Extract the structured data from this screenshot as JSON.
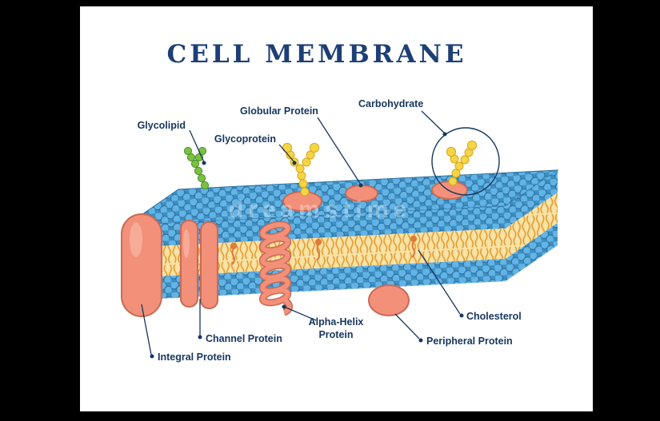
{
  "page": {
    "background": "#000000",
    "panel_background": "#ffffff"
  },
  "title": "CELL MEMBRANE",
  "watermark": "dreamstime",
  "colors": {
    "title_navy": "#1d3f76",
    "label_navy": "#16365f",
    "membrane_background_blue": "#3f8fc0",
    "lipid_head_blue": "#62b4e6",
    "lipid_head_outline": "#2b6f9e",
    "tail_band_yellow": "#f8e3a6",
    "tail_stroke_orange": "#e59a2f",
    "protein_salmon": "#f2907a",
    "protein_outline": "#c96a55",
    "glycolipid_green": "#7ac143",
    "glycolipid_green_outline": "#4e8f2a",
    "carbohydrate_yellow": "#f5d546",
    "carbohydrate_yellow_outline": "#d4a818",
    "cholesterol_orange": "#e07b3a"
  },
  "labels": {
    "glycolipid": "Glycolipid",
    "glycoprotein": "Glycoprotein",
    "globular_protein": "Globular Protein",
    "carbohydrate": "Carbohydrate",
    "channel_protein": "Channel Protein",
    "integral_protein": "Integral Protein",
    "alpha_helix_line1": "Alpha-Helix",
    "alpha_helix_line2": "Protein",
    "peripheral_protein": "Peripheral Protein",
    "cholesterol": "Cholesterol"
  }
}
